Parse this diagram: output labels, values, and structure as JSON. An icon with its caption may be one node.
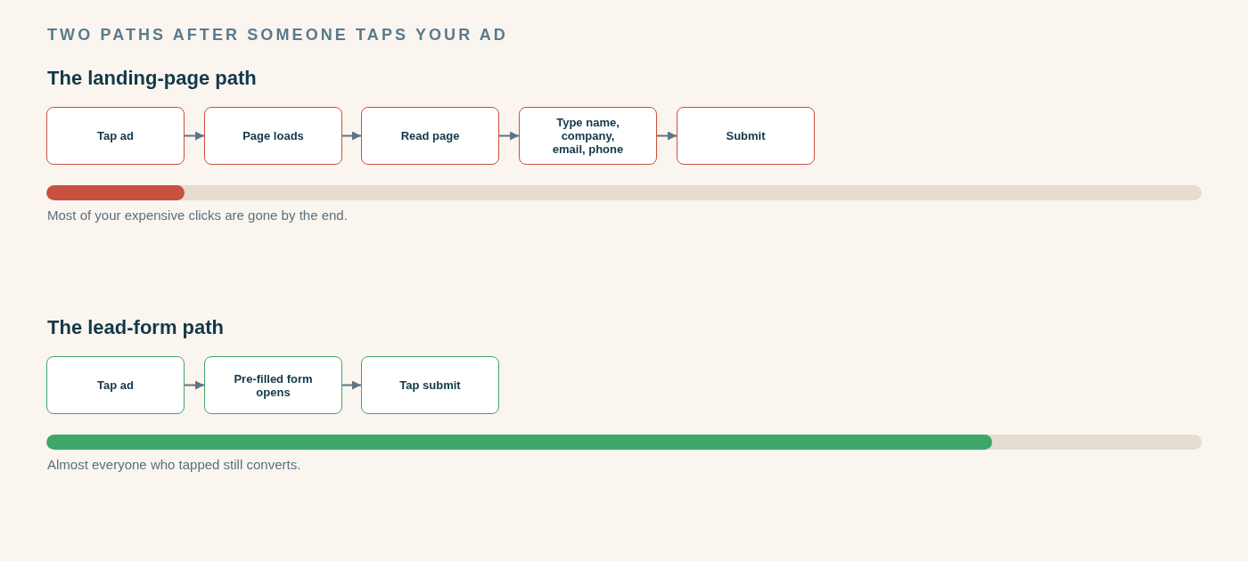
{
  "diagram": {
    "title": "TWO PATHS AFTER SOMEONE TAPS YOUR AD",
    "nodes": [
      {
        "text": [
          "Tap ad"
        ]
      },
      {
        "text": [
          "Page loads"
        ]
      },
      {
        "text": [
          "Read page"
        ]
      },
      {
        "text": [
          "Type name, company, email, phone"
        ]
      },
      {
        "text": [
          "Submit"
        ]
      },
      {
        "text": [
          "Tap ad"
        ]
      },
      {
        "text": [
          "Pre-filled form opens"
        ]
      },
      {
        "text": [
          "Tap submit"
        ]
      }
    ],
    "edges": [
      {
        "from": 0,
        "to": 1,
        "arrow": "to"
      },
      {
        "from": 1,
        "to": 2,
        "arrow": "to"
      },
      {
        "from": 2,
        "to": 3,
        "arrow": "to"
      },
      {
        "from": 3,
        "to": 4,
        "arrow": "to"
      },
      {
        "from": 5,
        "to": 6,
        "arrow": "to"
      },
      {
        "from": 6,
        "to": 7,
        "arrow": "to"
      }
    ],
    "labels": [
      "The landing-page path",
      "Most of your expensive clicks are gone by the end.",
      "The lead-form path",
      "Almost everyone who tapped still converts."
    ]
  }
}
